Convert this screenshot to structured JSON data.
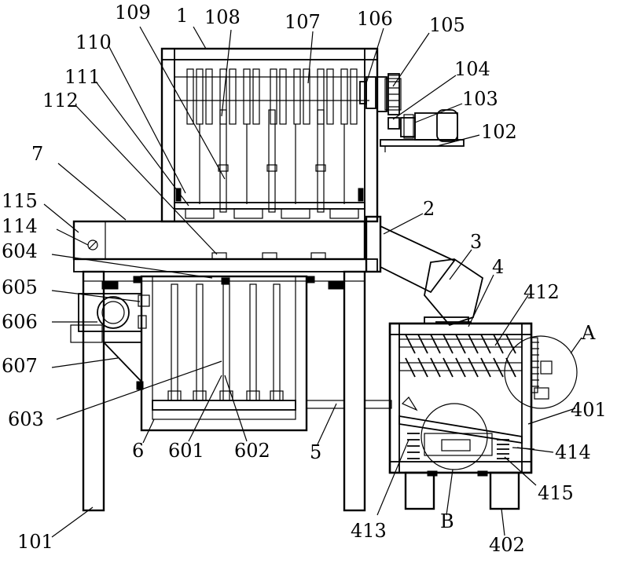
{
  "labels": {
    "l109": "109",
    "l1": "1",
    "l108": "108",
    "l107": "107",
    "l106": "106",
    "l105": "105",
    "l110": "110",
    "l104": "104",
    "l111": "111",
    "l103": "103",
    "l112": "112",
    "l102": "102",
    "l7": "7",
    "l115": "115",
    "l2": "2",
    "l114": "114",
    "l3": "3",
    "l604": "604",
    "l4": "4",
    "l412": "412",
    "l605": "605",
    "l606": "606",
    "lA": "A",
    "l607": "607",
    "l401": "401",
    "l603": "603",
    "l6": "6",
    "l601": "601",
    "l602": "602",
    "l5": "5",
    "l414": "414",
    "l415": "415",
    "l101": "101",
    "l413": "413",
    "lB": "B",
    "l402": "402"
  }
}
